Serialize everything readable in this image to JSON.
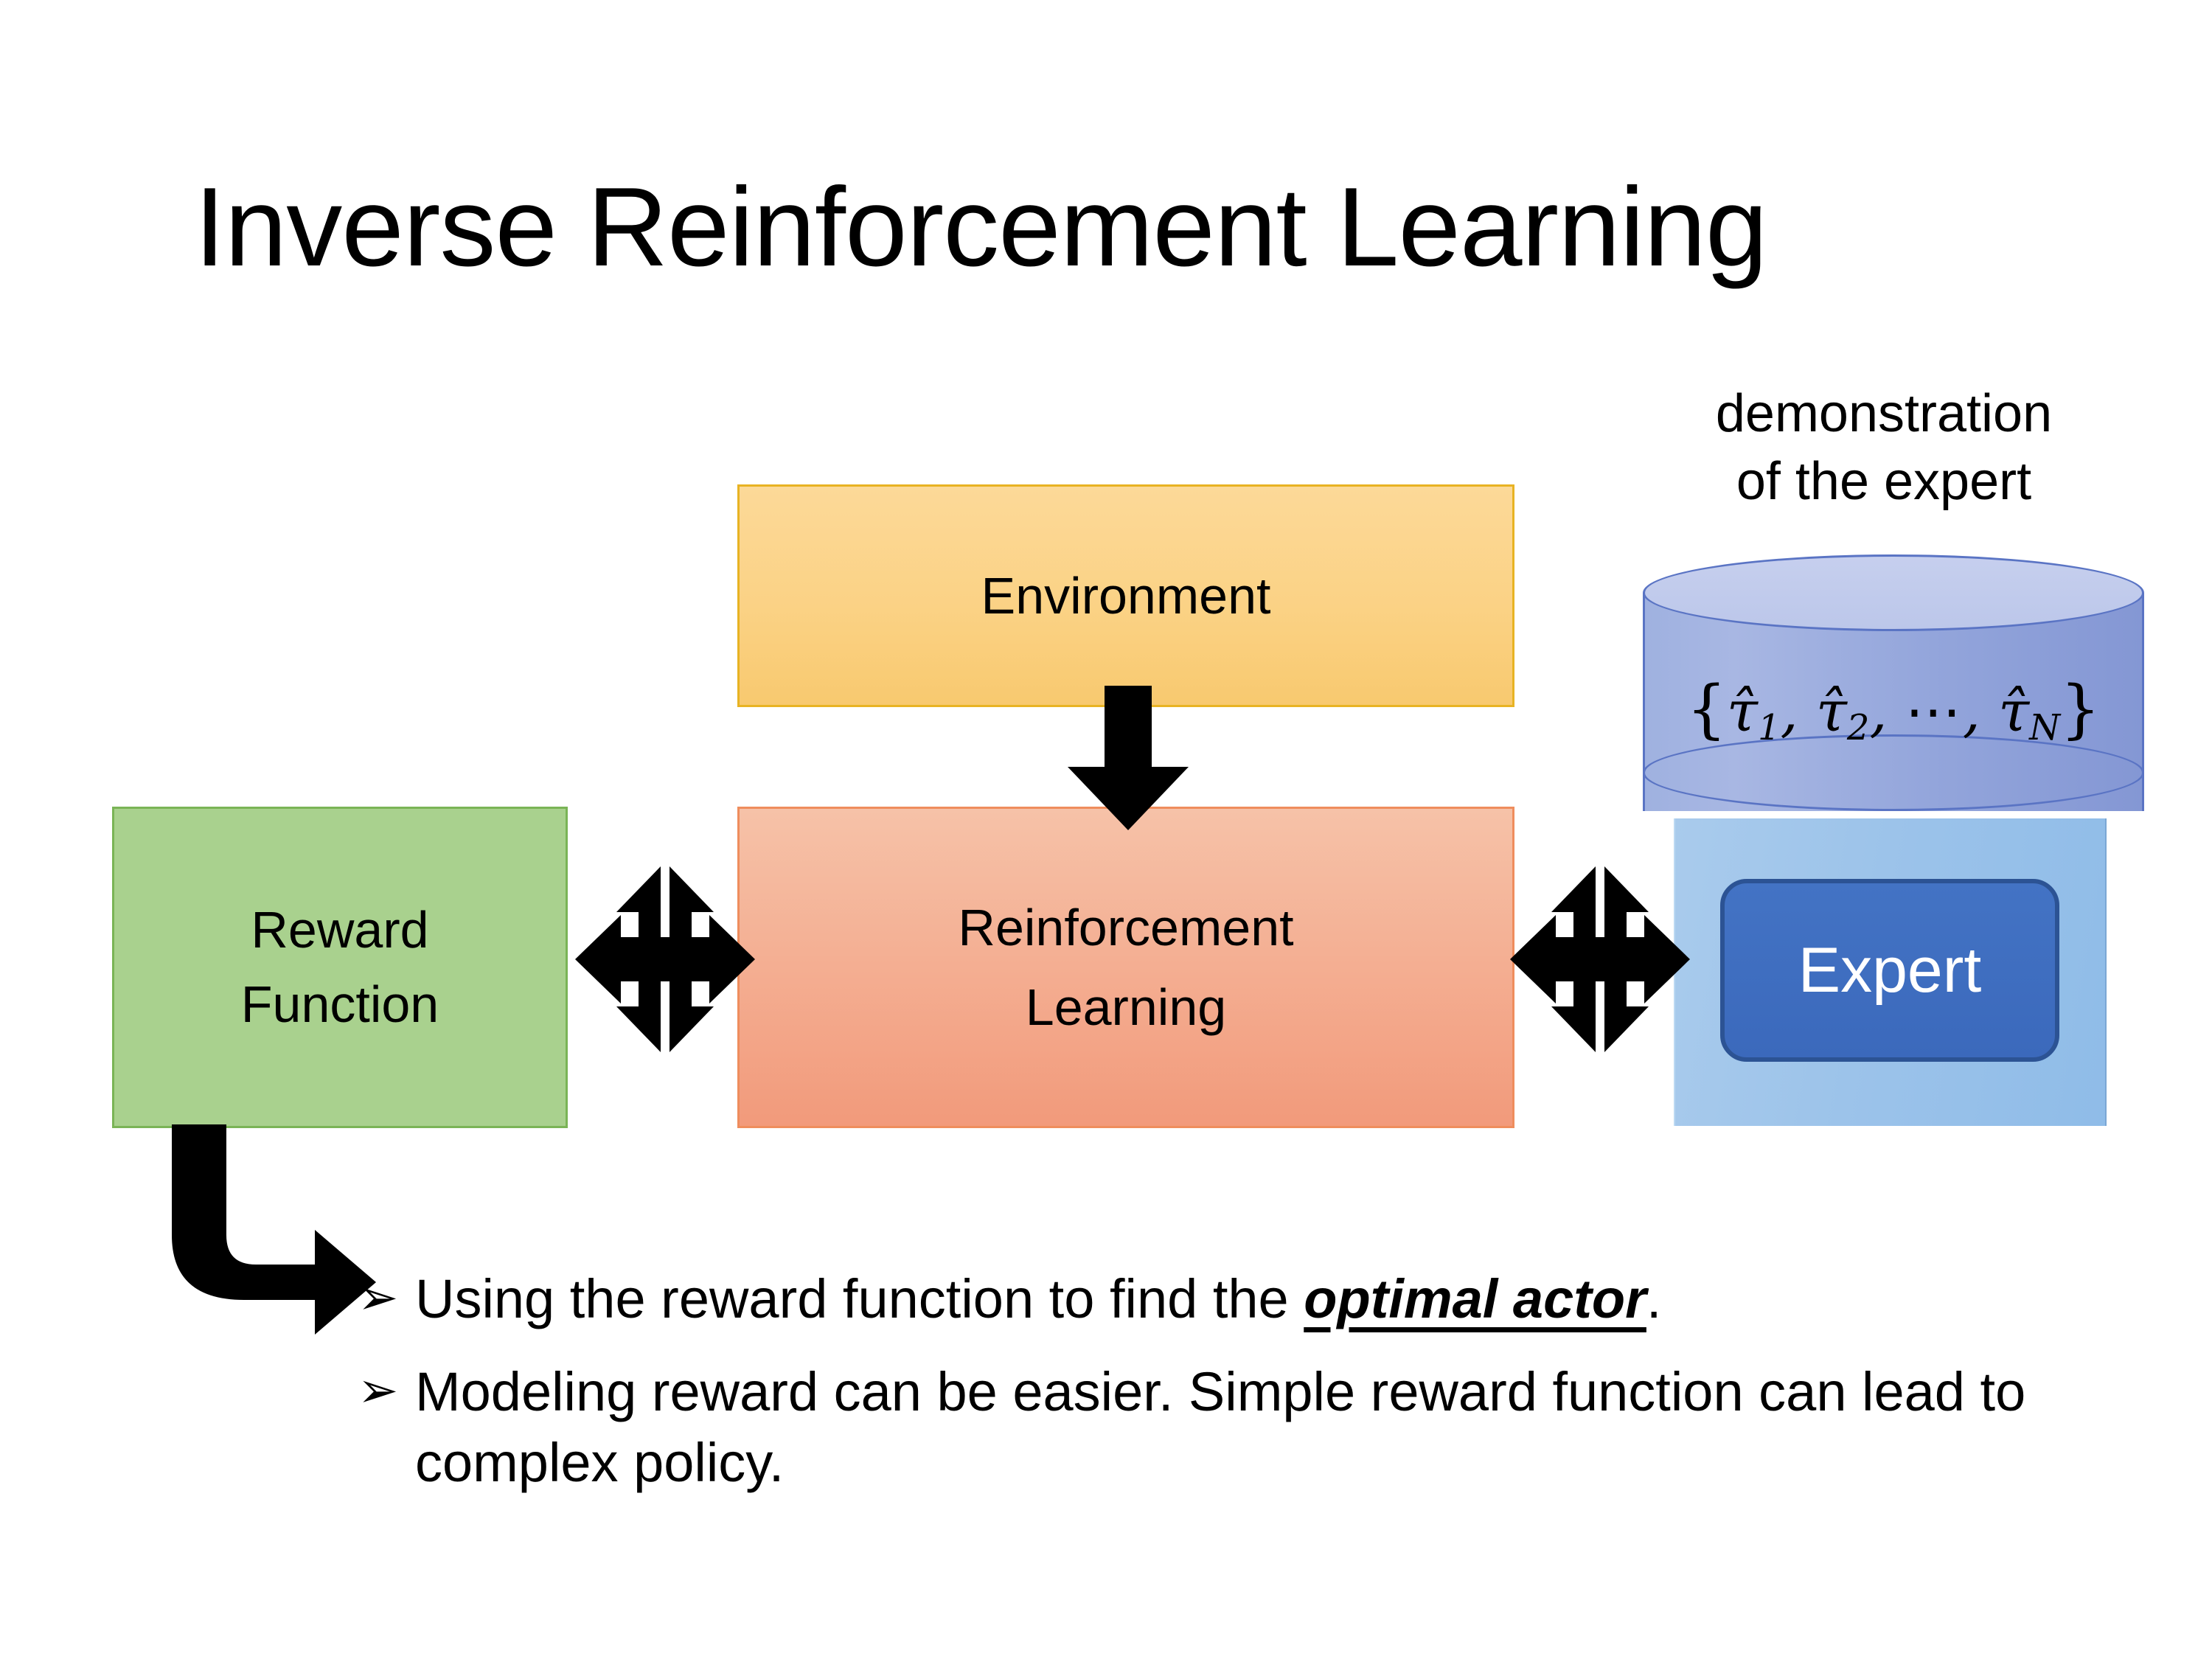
{
  "slide": {
    "title": "Inverse Reinforcement Learning",
    "background_color": "#ffffff"
  },
  "diagram": {
    "environment_box": {
      "label": "Environment",
      "fill_color": "#fbd285",
      "border_color": "#e8b323"
    },
    "reinforcement_learning_box": {
      "label_line1": "Reinforcement",
      "label_line2": "Learning",
      "fill_color": "#f4b094",
      "border_color": "#ef8d5d"
    },
    "reward_function_box": {
      "label_line1": "Reward",
      "label_line2": "Function",
      "fill_color": "#a9d18e",
      "border_color": "#7ab456"
    },
    "demonstration_caption": {
      "line1": "demonstration",
      "line2": "of the expert"
    },
    "database_cylinder": {
      "formula_open": "{",
      "formula_tau1": "τ̂",
      "formula_sub1": "1",
      "formula_sep1": ", ",
      "formula_tau2": "τ̂",
      "formula_sub2": "2",
      "formula_sep2": ", ",
      "formula_dots": "⋯",
      "formula_sep3": ", ",
      "formula_tauN": "τ̂",
      "formula_subN": "N",
      "formula_close": "}",
      "fill_color": "#93a5db",
      "top_color": "#bcc7ea",
      "border_color": "#5a74c4"
    },
    "expert_container": {
      "fill_color": "#9cc3ea"
    },
    "expert_box": {
      "label": "Expert",
      "fill_color": "#3b69bc",
      "border_color": "#2c5394",
      "text_color": "#ffffff"
    },
    "arrows": {
      "environment_to_rl": "down-arrow",
      "reward_to_rl": "bidirectional-four-way-arrow",
      "rl_to_expert": "bidirectional-four-way-arrow",
      "reward_to_bullet": "elbow-arrow-down-right",
      "color": "#000000"
    }
  },
  "bullets": {
    "marker": "➢",
    "items": [
      {
        "text_before": "Using the reward function to find the ",
        "emphasis": "optimal actor",
        "text_after": "."
      },
      {
        "text_before": "Modeling reward can be easier. Simple reward function can lead to complex policy.",
        "emphasis": "",
        "text_after": ""
      }
    ]
  }
}
